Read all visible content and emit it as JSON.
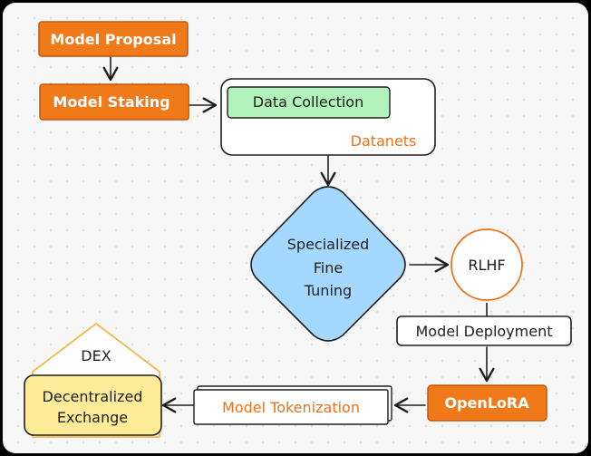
{
  "colors": {
    "orange_fill": "#f07a1a",
    "orange_stroke": "#c4560b",
    "orange_text": "#e8731a",
    "green_fill": "#b2f2bb",
    "blue_fill": "#a5d8ff",
    "yellow_fill": "#ffec99",
    "ink": "#1e1e1e",
    "canvas": "#f7f7f7",
    "dot_grid": "#dedede"
  },
  "nodes": {
    "model_proposal": {
      "label": "Model Proposal"
    },
    "model_staking": {
      "label": "Model Staking"
    },
    "data_collection": {
      "label": "Data Collection"
    },
    "datanets": {
      "label": "Datanets"
    },
    "fine_tuning": {
      "line1": "Specialized",
      "line2": "Fine",
      "line3": "Tuning"
    },
    "rlhf": {
      "label": "RLHF"
    },
    "model_deployment": {
      "label": "Model Deployment"
    },
    "openlora": {
      "label": "OpenLoRA"
    },
    "model_tokenization": {
      "label": "Model Tokenization"
    },
    "dex": {
      "label": "DEX"
    },
    "decentralized_exchange": {
      "line1": "Decentralized",
      "line2": "Exchange"
    }
  }
}
